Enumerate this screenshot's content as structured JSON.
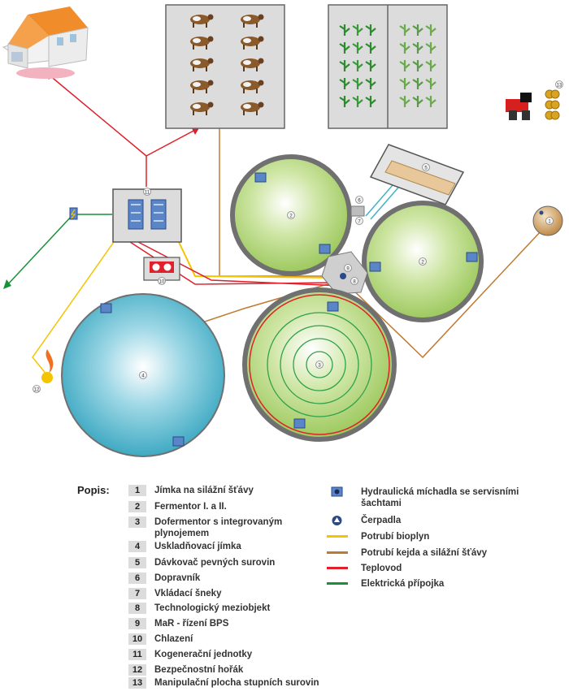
{
  "legend": {
    "heading": "Popis:",
    "items": [
      {
        "num": "1",
        "label": "Jímka na silážní šťávy"
      },
      {
        "num": "2",
        "label": "Fermentor I. a II."
      },
      {
        "num": "3",
        "label": "Dofermentor s integrovaným plynojemem"
      },
      {
        "num": "4",
        "label": "Uskladňovací jímka"
      },
      {
        "num": "5",
        "label": "Dávkovač pevných surovin"
      },
      {
        "num": "6",
        "label": "Dopravník"
      },
      {
        "num": "7",
        "label": "Vkládací šneky"
      },
      {
        "num": "8",
        "label": "Technologický meziobjekt"
      },
      {
        "num": "9",
        "label": "MaR - řízení BPS"
      },
      {
        "num": "10",
        "label": "Chlazení"
      },
      {
        "num": "11",
        "label": "Kogenerační jednotky"
      },
      {
        "num": "12",
        "label": "Bezpečnostní hořák"
      },
      {
        "num": "13",
        "label": "Manipulační plocha stupních surovin"
      }
    ]
  },
  "key": {
    "items": [
      {
        "label": "Hydraulická míchadla se servisními šachtami",
        "icon": "mixer-icon",
        "color": "#5a86c8"
      },
      {
        "label": "Čerpadla",
        "icon": "pump-icon",
        "color": "#2a4a8a"
      },
      {
        "label": "Potrubí bioplyn",
        "icon": "line",
        "color": "#f5c400"
      },
      {
        "label": "Potrubí kejda a silážní šťávy",
        "icon": "line",
        "color": "#c07a30"
      },
      {
        "label": "Teplovod",
        "icon": "line",
        "color": "#e0202a"
      },
      {
        "label": "Elektrická přípojka",
        "icon": "line",
        "color": "#17913a"
      }
    ]
  },
  "diagram": {
    "markers": {
      "n1": "1",
      "n2a": "2",
      "n2b": "2",
      "n3": "3",
      "n4": "4",
      "n5": "5",
      "n6": "6",
      "n7": "7",
      "n8": "8",
      "n9": "9",
      "n10": "10",
      "n11": "11",
      "n12": "12",
      "n13": "13"
    },
    "colors": {
      "biogas": "#f5c400",
      "slurry": "#c07a30",
      "heat": "#e0202a",
      "electric": "#17913a",
      "fermentor": "#a8cf6a",
      "storage": "#3aa9c2",
      "tank_rim": "#707070"
    }
  }
}
